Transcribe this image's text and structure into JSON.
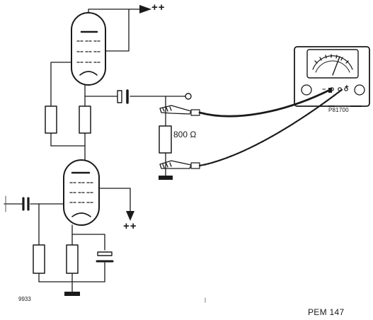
{
  "labels": {
    "supply_top": "++",
    "supply_bottom": "++",
    "resistor_value": "800 Ω",
    "meter_model": "P81700",
    "meter_minus": "−",
    "meter_plus": "+",
    "figure_number": "9933",
    "code": "PEM 147"
  }
}
